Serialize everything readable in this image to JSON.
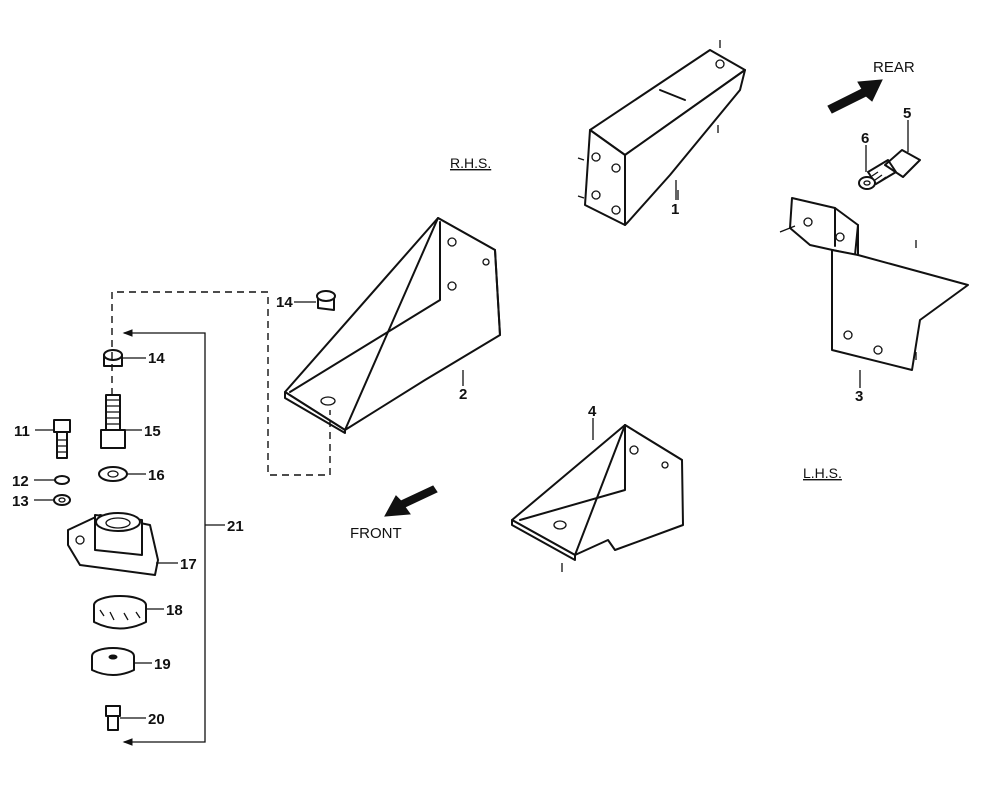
{
  "labels": {
    "rhs": "R.H.S.",
    "lhs": "L.H.S.",
    "rear": "REAR",
    "front": "FRONT"
  },
  "callouts": {
    "p1": "1",
    "p2": "2",
    "p3": "3",
    "p4": "4",
    "p5": "5",
    "p6": "6",
    "p11": "11",
    "p12": "12",
    "p13": "13",
    "p14a": "14",
    "p14b": "14",
    "p15": "15",
    "p16": "16",
    "p17": "17",
    "p18": "18",
    "p19": "19",
    "p20": "20",
    "p21": "21"
  }
}
